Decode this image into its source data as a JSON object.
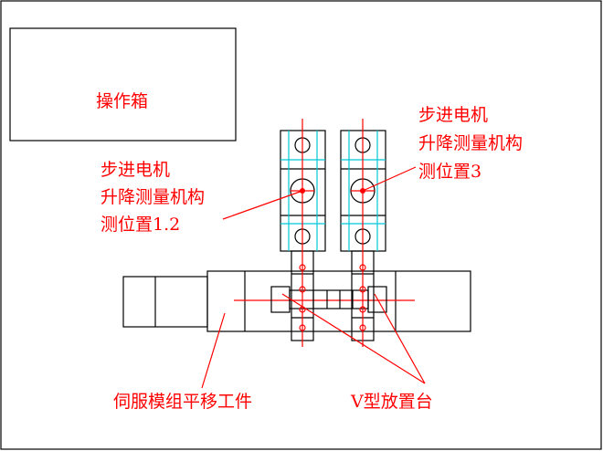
{
  "labels": {
    "control_box": "操作箱",
    "stepper_left": [
      "步进电机",
      "升降测量机构",
      "测位置1.2"
    ],
    "stepper_right": [
      "步进电机",
      "升降测量机构",
      "测位置3"
    ],
    "servo_module": "伺服模组平移工件",
    "v_block": "V型放置台"
  },
  "colors": {
    "annotation": "#ff0000",
    "outline": "#000000",
    "guide": "#00c8d8",
    "background": "#ffffff"
  }
}
